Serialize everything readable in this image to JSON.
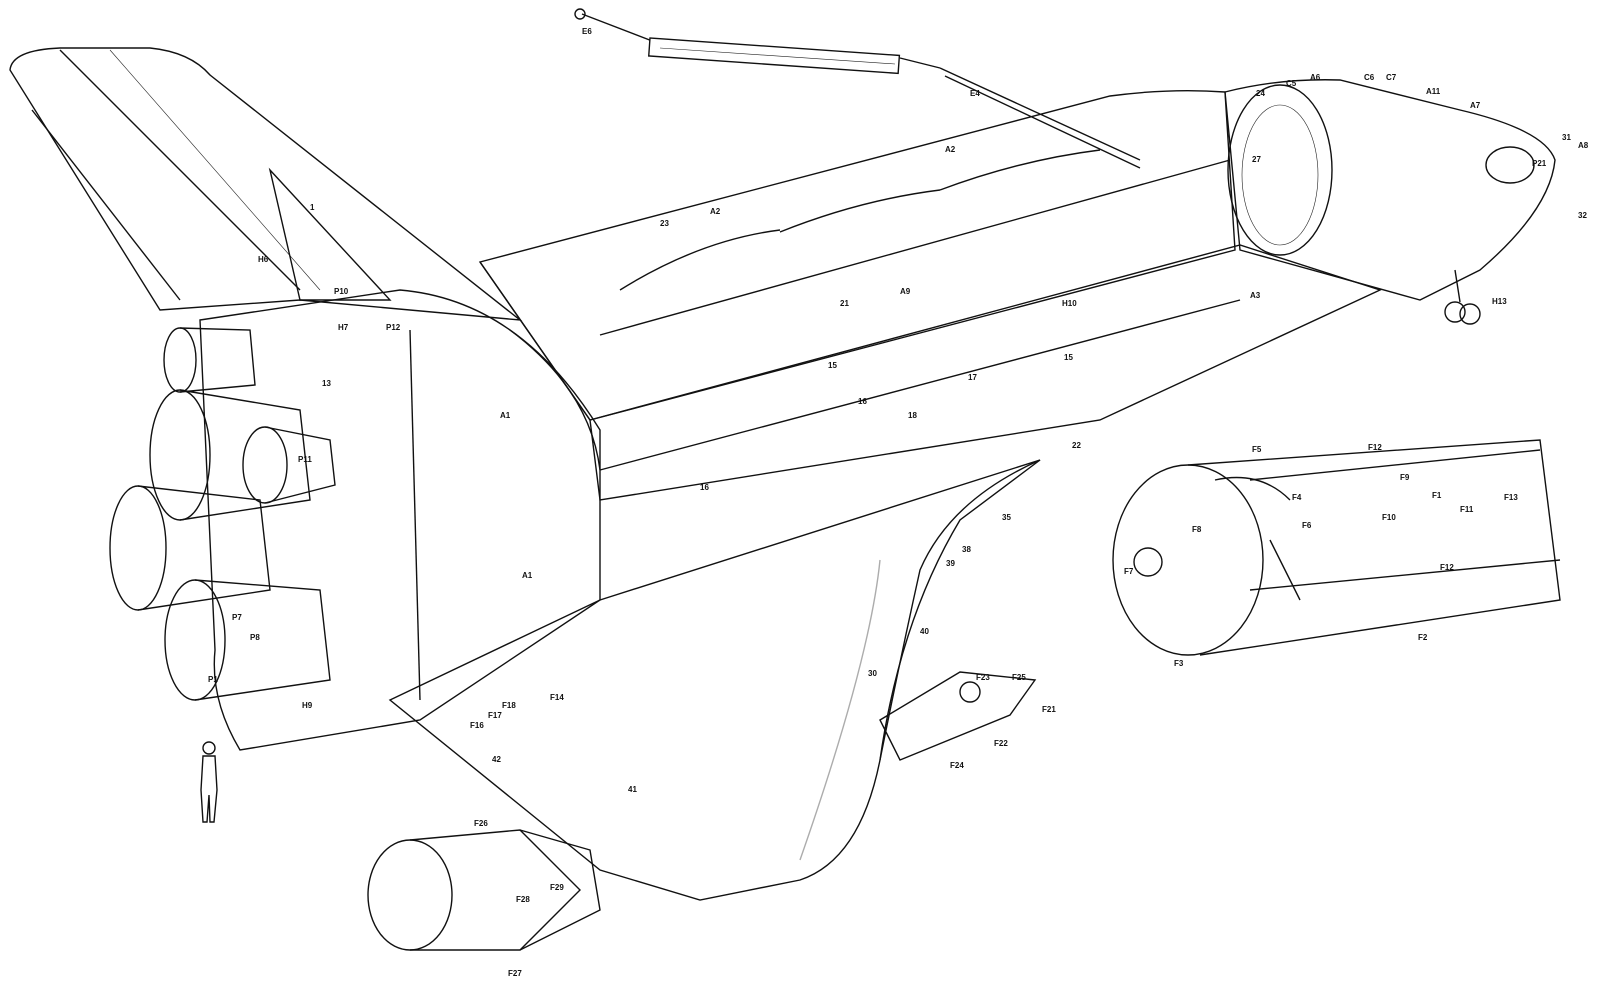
{
  "labels": [
    {
      "id": "E6",
      "text": "E6"
    },
    {
      "id": "E4",
      "text": "E4"
    },
    {
      "id": "A2a",
      "text": "A2"
    },
    {
      "id": "A2b",
      "text": "A2"
    },
    {
      "id": "n23",
      "text": "23"
    },
    {
      "id": "n1",
      "text": "1"
    },
    {
      "id": "P10",
      "text": "P10"
    },
    {
      "id": "P12",
      "text": "P12"
    },
    {
      "id": "H7",
      "text": "H7"
    },
    {
      "id": "H6",
      "text": "H6"
    },
    {
      "id": "A1a",
      "text": "A1"
    },
    {
      "id": "A1b",
      "text": "A1"
    },
    {
      "id": "P11",
      "text": "P11"
    },
    {
      "id": "P1",
      "text": "P1"
    },
    {
      "id": "P7",
      "text": "P7"
    },
    {
      "id": "P8",
      "text": "P8"
    },
    {
      "id": "n13",
      "text": "13"
    },
    {
      "id": "n16a",
      "text": "16"
    },
    {
      "id": "n18",
      "text": "18"
    },
    {
      "id": "n16b",
      "text": "16"
    },
    {
      "id": "n17",
      "text": "17"
    },
    {
      "id": "n15a",
      "text": "15"
    },
    {
      "id": "n15b",
      "text": "15"
    },
    {
      "id": "n22",
      "text": "22"
    },
    {
      "id": "n21",
      "text": "21"
    },
    {
      "id": "A9",
      "text": "A9"
    },
    {
      "id": "A3",
      "text": "A3"
    },
    {
      "id": "H10",
      "text": "H10"
    },
    {
      "id": "n24",
      "text": "24"
    },
    {
      "id": "n27",
      "text": "27"
    },
    {
      "id": "C5",
      "text": "C5"
    },
    {
      "id": "A6",
      "text": "A6"
    },
    {
      "id": "C6",
      "text": "C6"
    },
    {
      "id": "C7",
      "text": "C7"
    },
    {
      "id": "A11",
      "text": "A11"
    },
    {
      "id": "A7",
      "text": "A7"
    },
    {
      "id": "n31",
      "text": "31"
    },
    {
      "id": "A8",
      "text": "A8"
    },
    {
      "id": "n32",
      "text": "32"
    },
    {
      "id": "P21",
      "text": "P21"
    },
    {
      "id": "H13",
      "text": "H13"
    },
    {
      "id": "n35",
      "text": "35"
    },
    {
      "id": "n38",
      "text": "38"
    },
    {
      "id": "n39",
      "text": "39"
    },
    {
      "id": "n40",
      "text": "40"
    },
    {
      "id": "n30",
      "text": "30"
    },
    {
      "id": "n42",
      "text": "42"
    },
    {
      "id": "n41",
      "text": "41"
    },
    {
      "id": "F16",
      "text": "F16"
    },
    {
      "id": "F17",
      "text": "F17"
    },
    {
      "id": "F18",
      "text": "F18"
    },
    {
      "id": "F14",
      "text": "F14"
    },
    {
      "id": "H9",
      "text": "H9"
    },
    {
      "id": "F5",
      "text": "F5"
    },
    {
      "id": "F12a",
      "text": "F12"
    },
    {
      "id": "F9",
      "text": "F9"
    },
    {
      "id": "F1",
      "text": "F1"
    },
    {
      "id": "F11",
      "text": "F11"
    },
    {
      "id": "F13",
      "text": "F13"
    },
    {
      "id": "F10",
      "text": "F10"
    },
    {
      "id": "F12b",
      "text": "F12"
    },
    {
      "id": "F4",
      "text": "F4"
    },
    {
      "id": "F6",
      "text": "F6"
    },
    {
      "id": "F8",
      "text": "F8"
    },
    {
      "id": "F7",
      "text": "F7"
    },
    {
      "id": "F3",
      "text": "F3"
    },
    {
      "id": "F2",
      "text": "F2"
    },
    {
      "id": "F23",
      "text": "F23"
    },
    {
      "id": "F25",
      "text": "F25"
    },
    {
      "id": "F21",
      "text": "F21"
    },
    {
      "id": "F22",
      "text": "F22"
    },
    {
      "id": "F24",
      "text": "F24"
    },
    {
      "id": "F26",
      "text": "F26"
    },
    {
      "id": "F28",
      "text": "F28"
    },
    {
      "id": "F29",
      "text": "F29"
    },
    {
      "id": "F27",
      "text": "F27"
    }
  ]
}
